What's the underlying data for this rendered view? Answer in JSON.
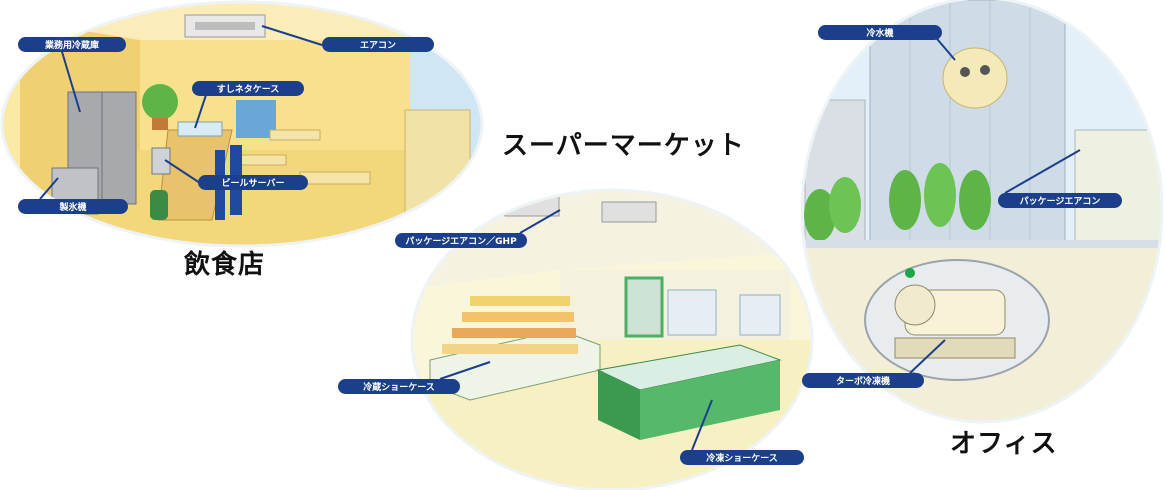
{
  "colors": {
    "label_bg": "#1c3f8c",
    "label_text": "#ffffff",
    "leader_line": "#1c3f8c",
    "restaurant_wall": "#f6dd86",
    "supermarket_floor": "#f7f1c6",
    "office_sky": "#dfeefa",
    "case_green": "#4caf63",
    "tree_green": "#5cb546"
  },
  "sections": {
    "restaurant": {
      "title": "飲食店",
      "labels": {
        "fridge": "業務用冷蔵庫",
        "aircon": "エアコン",
        "sushi_case": "すしネタケース",
        "beer_server": "ビールサーバー",
        "ice_maker": "製氷機"
      }
    },
    "supermarket": {
      "title": "スーパーマーケット",
      "labels": {
        "package_aircon_ghp": "パッケージエアコン／GHP",
        "refrigerated_showcase": "冷蔵ショーケース",
        "frozen_showcase": "冷凍ショーケース"
      }
    },
    "office": {
      "title": "オフィス",
      "labels": {
        "water_cooler": "冷水機",
        "package_aircon": "パッケージエアコン",
        "turbo_chiller": "ターボ冷凍機"
      }
    }
  }
}
